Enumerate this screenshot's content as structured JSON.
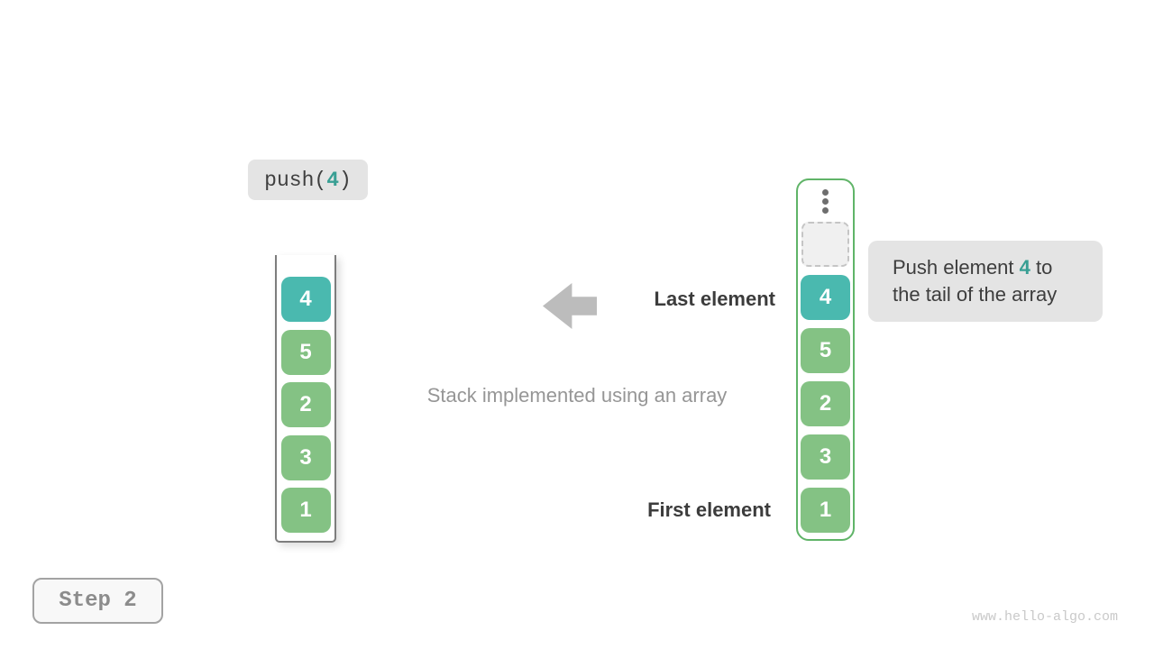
{
  "palette": {
    "teal_box": "#4ab9af",
    "teal_text": "#399f94",
    "green_box": "#84c284",
    "green_border": "#60b468",
    "gray_bubble": "#e4e4e4",
    "arrow_gray": "#bcbcbc",
    "dark_text": "#3c3c3c",
    "muted_text": "#969696"
  },
  "operation": {
    "prefix": "push(",
    "arg": "4",
    "suffix": ")"
  },
  "stacks": {
    "left": [
      "4",
      "5",
      "2",
      "3",
      "1"
    ],
    "right": [
      "4",
      "5",
      "2",
      "3",
      "1"
    ]
  },
  "labels": {
    "last": "Last element",
    "first": "First element",
    "caption": "Stack implemented using an array"
  },
  "tooltip": {
    "prefix": "Push element ",
    "highlight": "4",
    "suffix": " to",
    "line2": "the tail of the array"
  },
  "step": {
    "label": "Step 2"
  },
  "watermark": {
    "text": "www.hello-algo.com"
  }
}
